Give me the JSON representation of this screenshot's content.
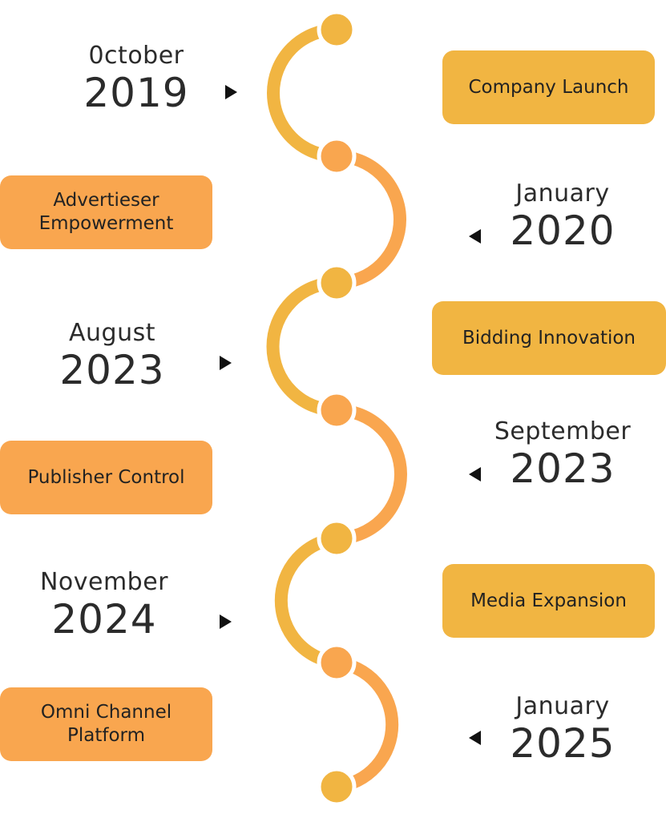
{
  "colors": {
    "gold": "#f1b542",
    "orange": "#f9a64f",
    "text": "#2b2b2b",
    "arrow": "#111111"
  },
  "events": [
    {
      "month": "0ctober",
      "year": "2019",
      "label": "Company Launch"
    },
    {
      "month": "January",
      "year": "2020",
      "label": "Advertieser Empowerment"
    },
    {
      "month": "August",
      "year": "2023",
      "label": "Bidding Innovation"
    },
    {
      "month": "September",
      "year": "2023",
      "label": "Publisher Control"
    },
    {
      "month": "November",
      "year": "2024",
      "label": "Media Expansion"
    },
    {
      "month": "January",
      "year": "2025",
      "label": "Omni Channel Platform"
    }
  ]
}
